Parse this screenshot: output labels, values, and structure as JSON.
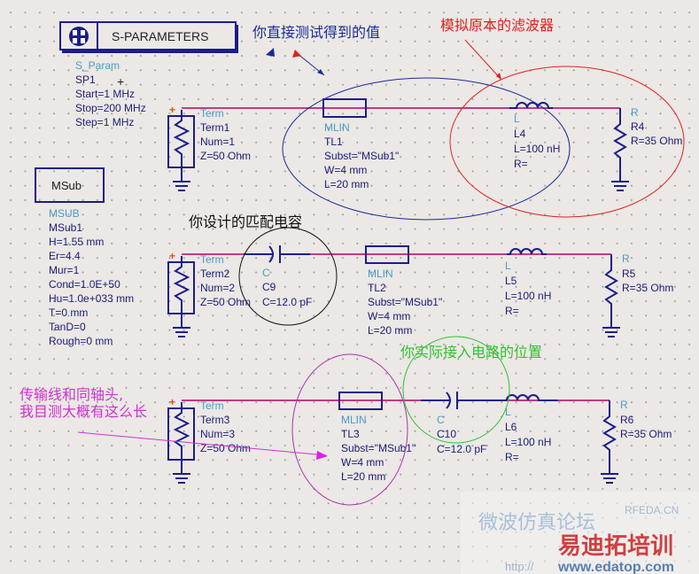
{
  "sparam_block": {
    "title": "S-PARAMETERS",
    "type": "S_Param",
    "name": "SP1",
    "start": "Start=1 MHz",
    "stop": "Stop=200 MHz",
    "step": "Step=1 MHz"
  },
  "msub_block": {
    "title": "MSub",
    "type": "MSUB",
    "name": "MSub1",
    "params": [
      "H=1.55 mm",
      "Er=4.4",
      "Mur=1",
      "Cond=1.0E+50",
      "Hu=1.0e+033 mm",
      "T=0 mm",
      "TanD=0",
      "Rough=0 mm"
    ]
  },
  "rows": [
    {
      "term": {
        "type": "Term",
        "name": "Term1",
        "num": "Num=1",
        "z": "Z=50 Ohm"
      },
      "mlin": {
        "type": "MLIN",
        "name": "TL1",
        "subst": "Subst=\"MSub1\"",
        "w": "W=4 mm",
        "l": "L=20 mm"
      },
      "ind": {
        "type": "L",
        "name": "L4",
        "l": "L=100 nH",
        "r": "R="
      },
      "res": {
        "type": "R",
        "name": "R4",
        "r": "R=35 Ohm"
      }
    },
    {
      "term": {
        "type": "Term",
        "name": "Term2",
        "num": "Num=2",
        "z": "Z=50 Ohm"
      },
      "cap": {
        "type": "C",
        "name": "C9",
        "c": "C=12.0 pF"
      },
      "mlin": {
        "type": "MLIN",
        "name": "TL2",
        "subst": "Subst=\"MSub1\"",
        "w": "W=4 mm",
        "l": "L=20 mm"
      },
      "ind": {
        "type": "L",
        "name": "L5",
        "l": "L=100 nH",
        "r": "R="
      },
      "res": {
        "type": "R",
        "name": "R5",
        "r": "R=35 Ohm"
      }
    },
    {
      "term": {
        "type": "Term",
        "name": "Term3",
        "num": "Num=3",
        "z": "Z=50 Ohm"
      },
      "mlin": {
        "type": "MLIN",
        "name": "TL3",
        "subst": "Subst=\"MSub1\"",
        "w": "W=4 mm",
        "l": "L=20 mm"
      },
      "cap": {
        "type": "C",
        "name": "C10",
        "c": "C=12.0 pF"
      },
      "ind": {
        "type": "L",
        "name": "L6",
        "l": "L=100 nH",
        "r": "R="
      },
      "res": {
        "type": "R",
        "name": "R6",
        "r": "R=35 Ohm"
      }
    }
  ],
  "annotations": {
    "measured": "你直接测试得到的值",
    "original_filter": "模拟原本的滤波器",
    "matching_cap": "你设计的匹配电容",
    "actual_position": "你实际接入电路的位置",
    "coax_line1": "传输线和同轴头,",
    "coax_line2": "我目测大概有这么长"
  },
  "watermark": {
    "site1": "RFEDA.CN",
    "cn": "微波仿真论坛",
    "brand": "易迪拓培训",
    "url_prefix": "http://",
    "url": "www.edatop.com"
  },
  "colors": {
    "wire": "#c23a82",
    "component": "#1c1c8c",
    "blue_note": "#1a2a9a",
    "red_note": "#e02020",
    "green_note": "#30c030",
    "magenta_note": "#d030d0"
  }
}
